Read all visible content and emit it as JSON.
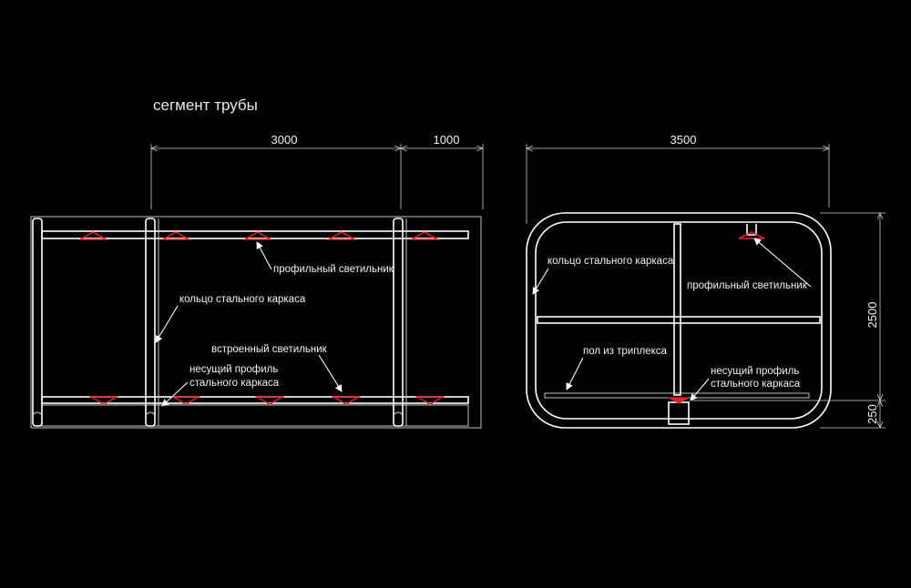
{
  "title": "сегмент трубы",
  "side_view": {
    "dim_left": "3000",
    "dim_right": "1000",
    "labels": {
      "profile_light": "профильный светильник",
      "steel_ring": "кольцо стального каркаса",
      "built_in_light": "встроенный светильник",
      "load_profile_line1": "несущий профиль",
      "load_profile_line2": "стального каркаса"
    }
  },
  "section_view": {
    "dim_width": "3500",
    "dim_height": "2500",
    "dim_bottom": "250",
    "labels": {
      "steel_ring": "кольцо стального каркаса",
      "profile_light": "профильный светильник",
      "triplex_floor": "пол из триплекса",
      "load_profile_line1": "несущий профиль",
      "load_profile_line2": "стального каркаса"
    }
  },
  "colors": {
    "background": "#000000",
    "line": "#ffffff",
    "light_marker": "#e0222a"
  }
}
